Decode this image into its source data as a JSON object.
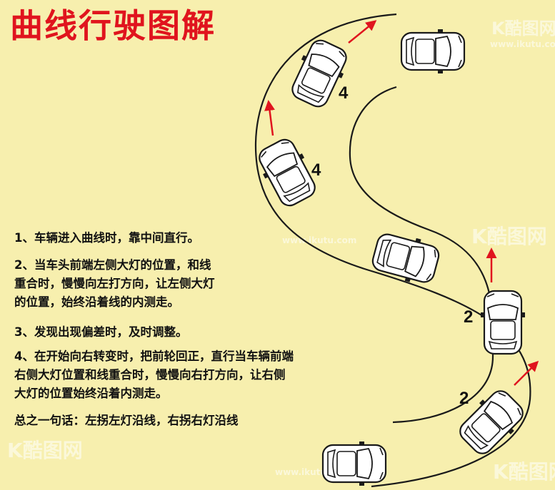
{
  "title": "曲线行驶图解",
  "steps": [
    "1、车辆进入曲线时，靠中间直行。",
    "2、当车头前端左侧大灯的位置，和线",
    "重合时，慢慢向左打方向，让左侧大灯",
    "的位置，始终沿着线的内测走。",
    "3、发现出现偏差时，及时调整。",
    "4、在开始向右转变时，把前轮回正，直行当车辆前端",
    "右侧大灯位置和线重合时，慢慢向右打方向，让右侧",
    "大灯的位置始终沿着内测走。",
    "总之一句话：左拐左灯沿线，右拐右灯沿线"
  ],
  "markers": [
    "4",
    "4",
    "2",
    "2"
  ],
  "watermark": {
    "logo": "K酷图网",
    "url": "www.ikutu.com"
  },
  "colors": {
    "background": "#f7efae",
    "title": "#e0141e",
    "arrow": "#e0141e",
    "road": "#1a1a1a",
    "car_body": "#ffffff"
  }
}
